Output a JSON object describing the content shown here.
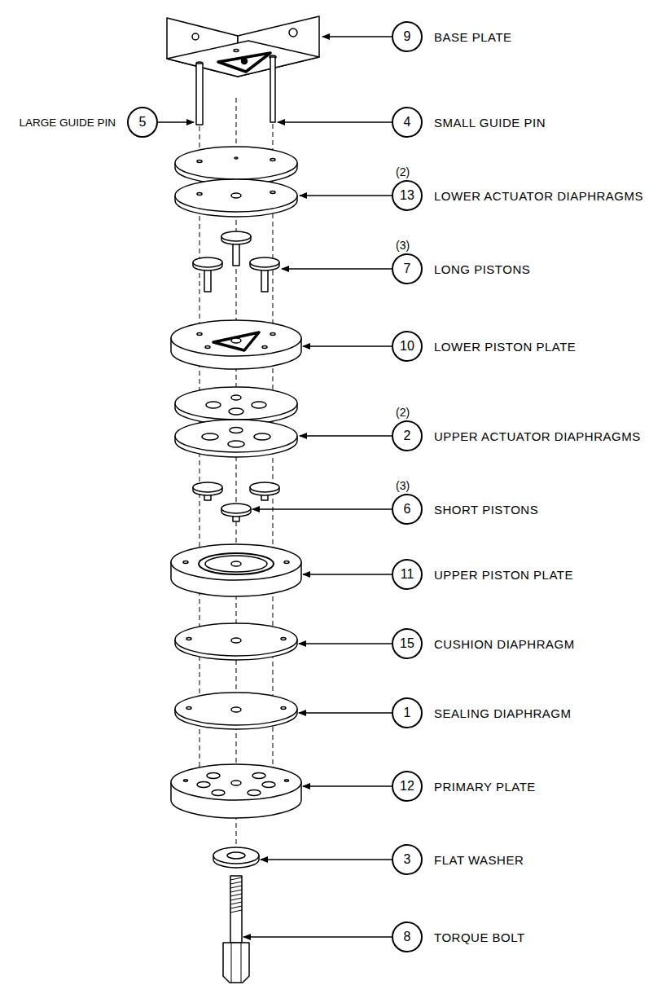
{
  "diagram": {
    "nodes": [
      {
        "text": [
          "9",
          "BASE PLATE"
        ]
      },
      {
        "text": [
          "5",
          "LARGE GUIDE PIN"
        ]
      },
      {
        "text": [
          "4",
          "SMALL GUIDE PIN"
        ]
      },
      {
        "text": [
          "13",
          "LOWER ACTUATOR DIAPHRAGMS"
        ]
      },
      {
        "text": [
          "7",
          "LONG PISTONS"
        ]
      },
      {
        "text": [
          "10",
          "LOWER PISTON PLATE"
        ]
      },
      {
        "text": [
          "2",
          "UPPER ACTUATOR DIAPHRAGMS"
        ]
      },
      {
        "text": [
          "6",
          "SHORT PISTONS"
        ]
      },
      {
        "text": [
          "11",
          "UPPER PISTON PLATE"
        ]
      },
      {
        "text": [
          "15",
          "CUSHION DIAPHRAGM"
        ]
      },
      {
        "text": [
          "1",
          "SEALING DIAPHRAGM"
        ]
      },
      {
        "text": [
          "12",
          "PRIMARY PLATE"
        ]
      },
      {
        "text": [
          "3",
          "FLAT WASHER"
        ]
      },
      {
        "text": [
          "8",
          "TORQUE BOLT"
        ]
      }
    ],
    "labels": [
      "(2)",
      "(3)",
      "(2)",
      "(3)"
    ]
  }
}
